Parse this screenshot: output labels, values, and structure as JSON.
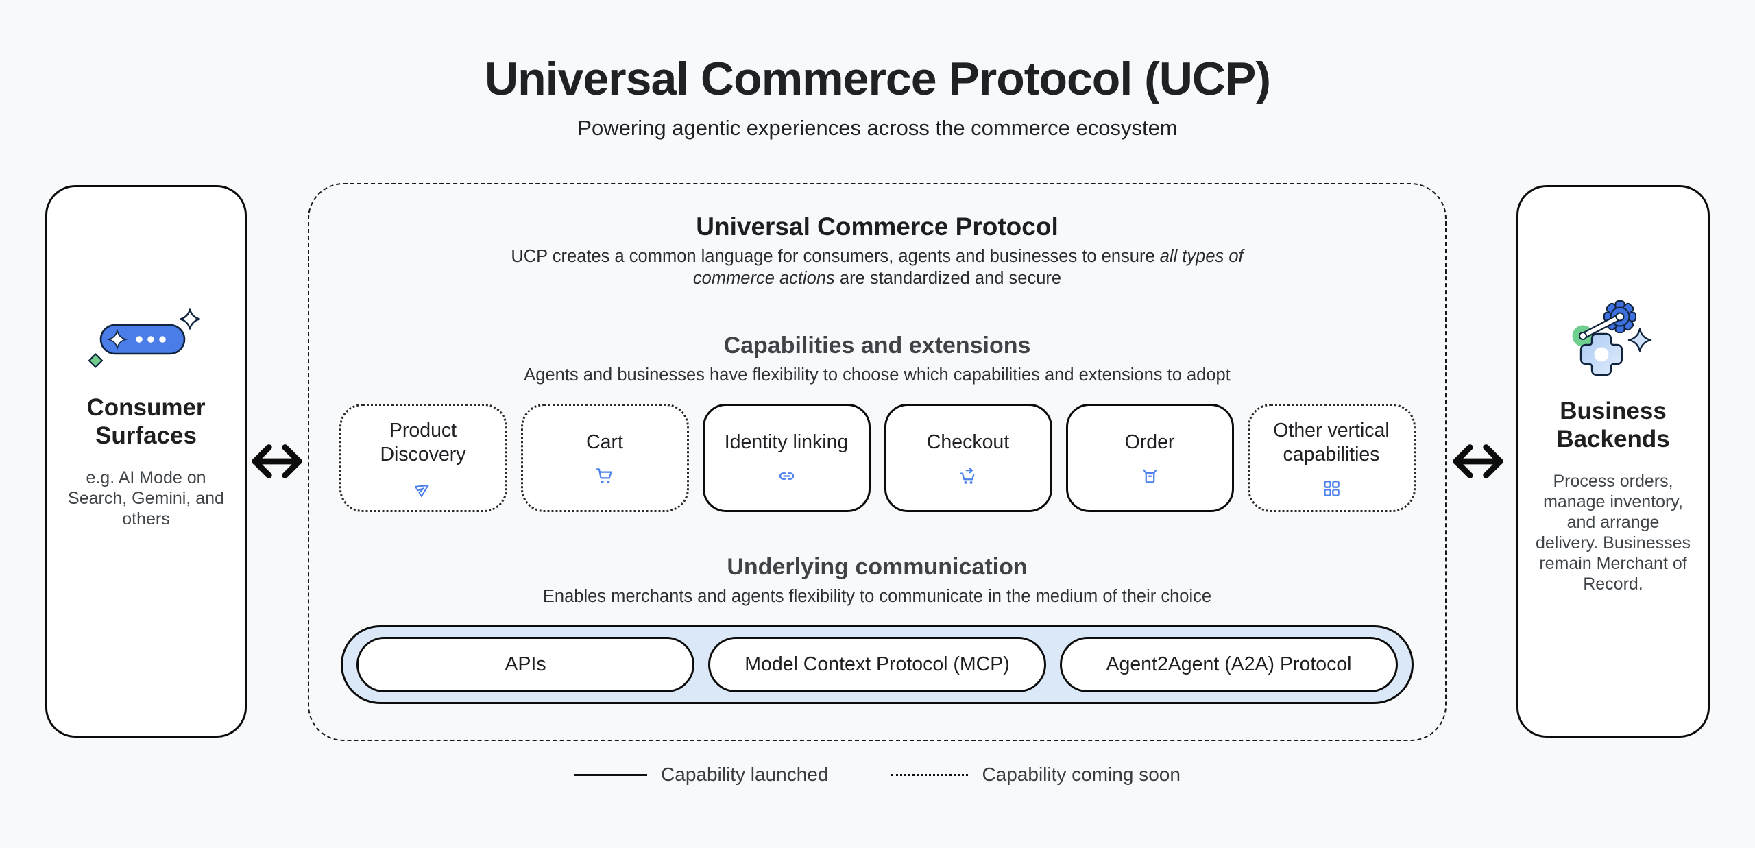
{
  "header": {
    "title": "Universal Commerce Protocol (UCP)",
    "subtitle": "Powering agentic experiences across the commerce ecosystem"
  },
  "consumer": {
    "title": "Consumer Surfaces",
    "caption": "e.g. AI Mode on Search, Gemini, and others",
    "icon": "chat-pill-sparkle-icon"
  },
  "business": {
    "title": "Business Backends",
    "caption": "Process orders, manage inventory, and arrange delivery. Businesses remain Merchant of Record.",
    "icon": "gears-sparkle-icon"
  },
  "protocol": {
    "title": "Universal Commerce Protocol",
    "description_part1": "UCP creates a common language for consumers, agents and businesses to ensure ",
    "description_italic": "all types of commerce actions",
    "description_part2": " are standardized and secure",
    "capabilities": {
      "title": "Capabilities and extensions",
      "subtitle": "Agents and businesses have flexibility to choose which capabilities and extensions to adopt",
      "cards": [
        {
          "label": "Product Discovery",
          "icon": "send-icon",
          "status": "coming-soon"
        },
        {
          "label": "Cart",
          "icon": "shopping-cart-icon",
          "status": "coming-soon"
        },
        {
          "label": "Identity linking",
          "icon": "link-icon",
          "status": "launched"
        },
        {
          "label": "Checkout",
          "icon": "cart-checkout-icon",
          "status": "launched"
        },
        {
          "label": "Order",
          "icon": "order-box-icon",
          "status": "launched"
        },
        {
          "label": "Other vertical capabilities",
          "icon": "grid-icon",
          "status": "coming-soon"
        }
      ]
    },
    "communication": {
      "title": "Underlying communication",
      "subtitle": "Enables merchants and agents flexibility to communicate in the medium of their choice",
      "pills": [
        "APIs",
        "Model Context Protocol (MCP)",
        "Agent2Agent (A2A) Protocol"
      ]
    }
  },
  "legend": {
    "launched": "Capability launched",
    "coming_soon": "Capability coming soon"
  },
  "colors": {
    "background": "#f8f9fb",
    "panel_border": "#0c0c0c",
    "accent_blue": "#4d82ee",
    "pill_blue": "#4b7de8",
    "light_blue_fill": "#dbe8f7",
    "green": "#6fcf8f",
    "heading_gray": "#3f4347"
  }
}
